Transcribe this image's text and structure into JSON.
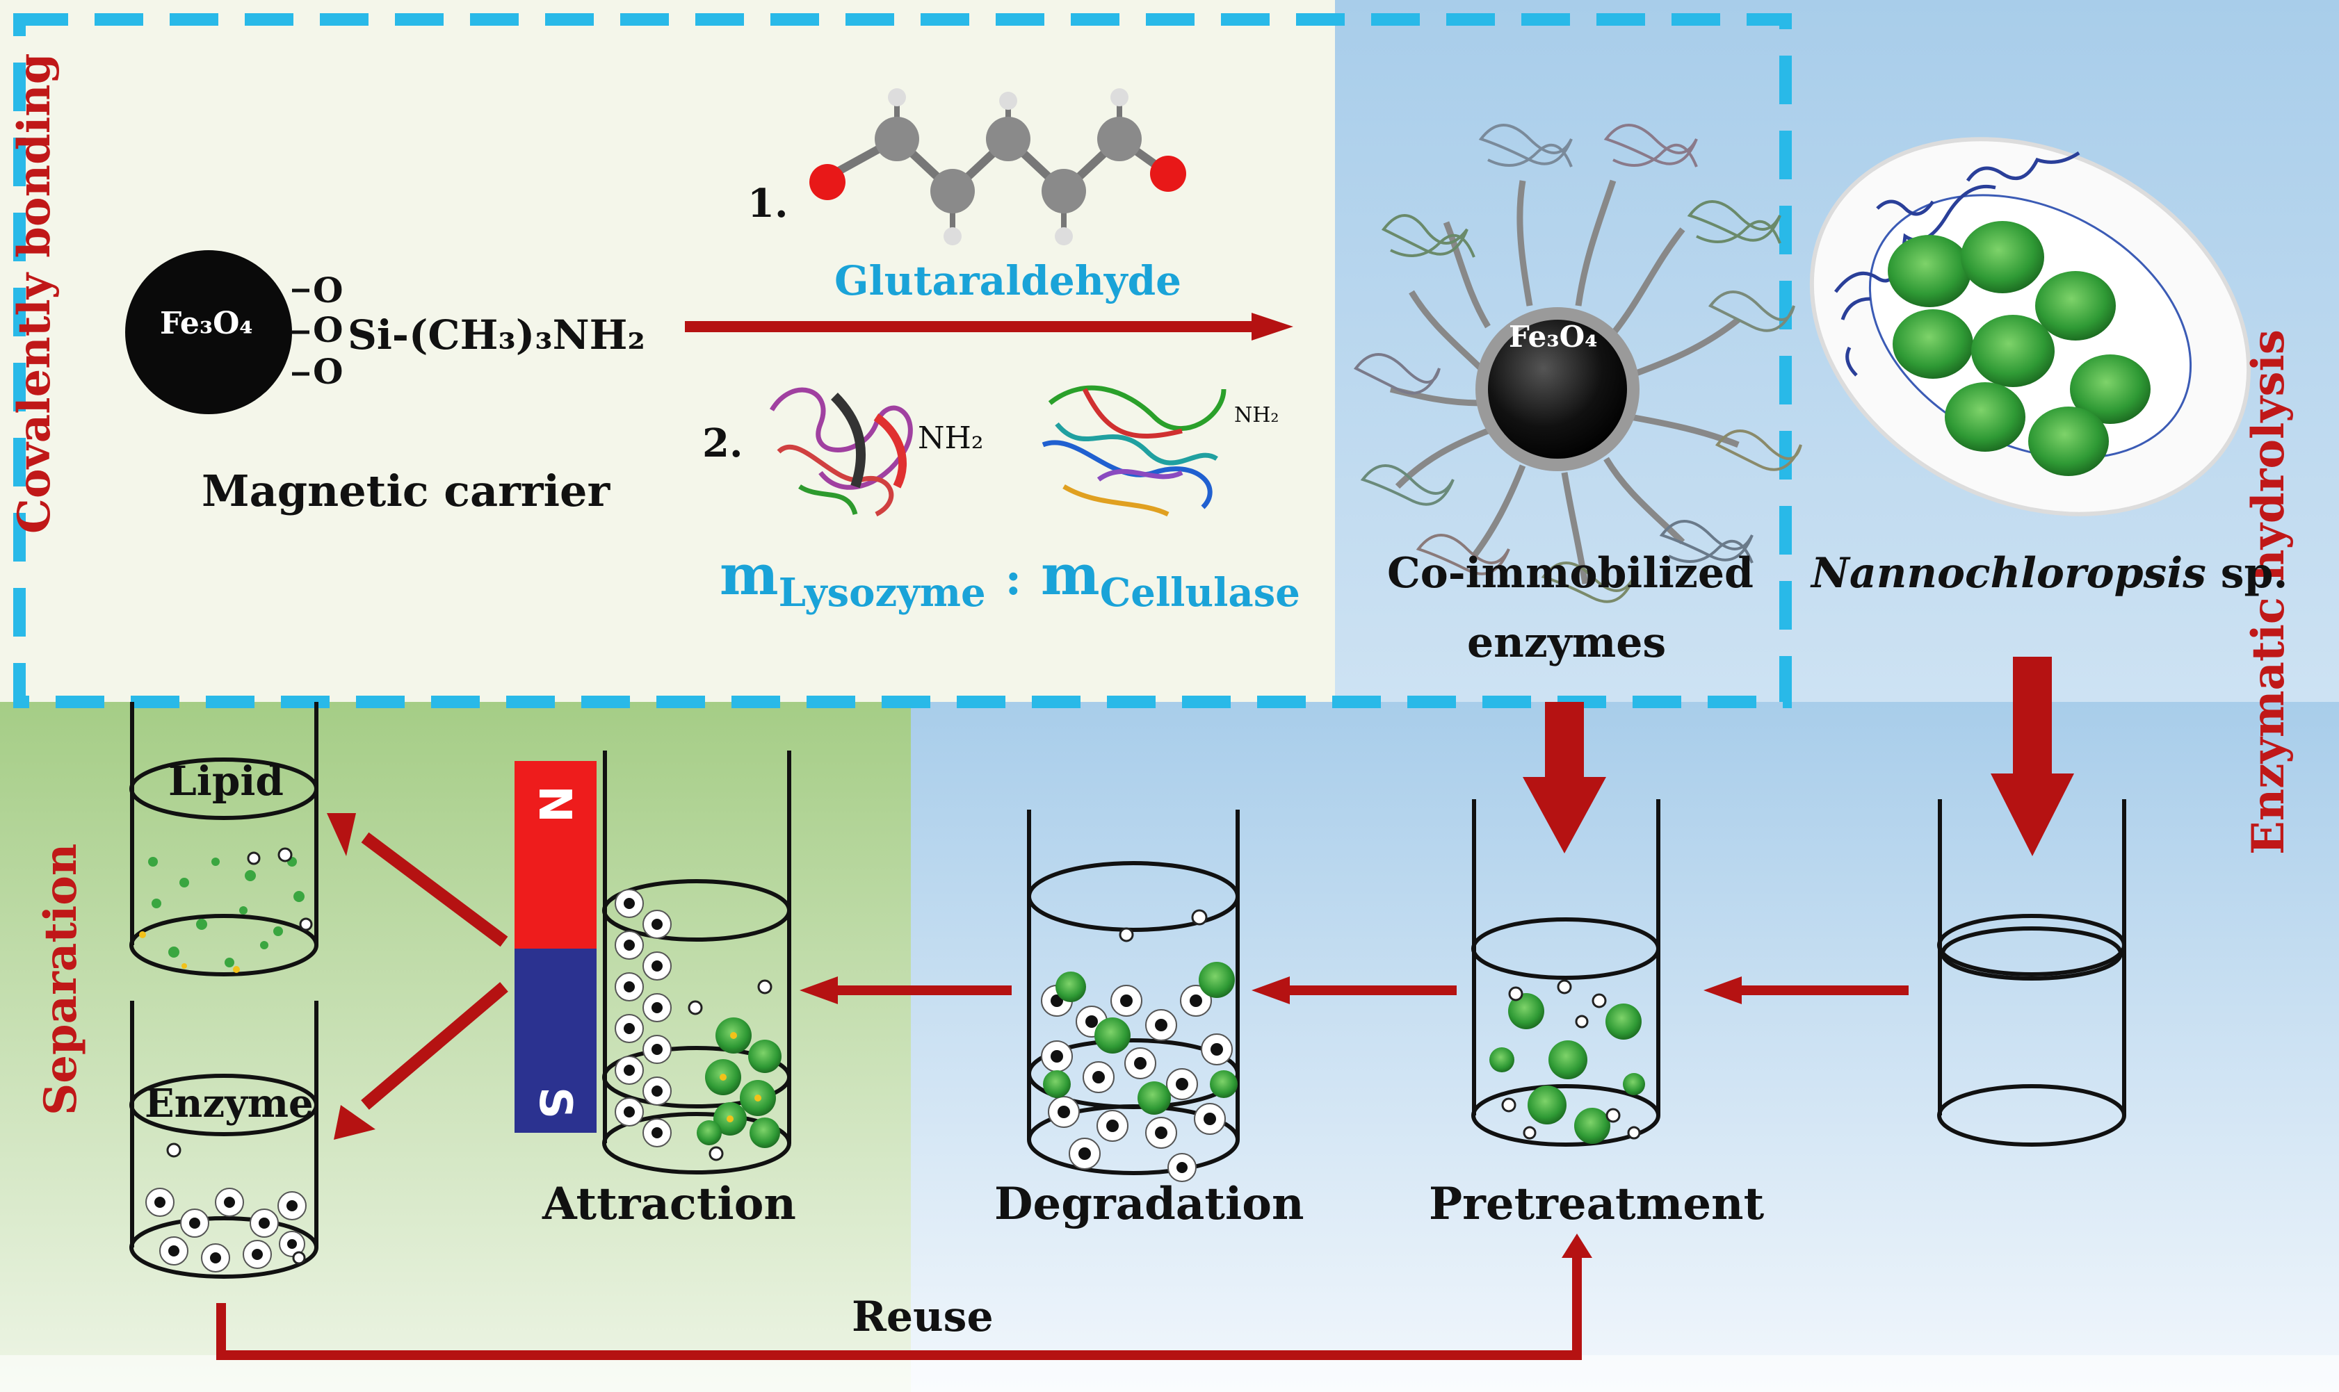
{
  "side_labels": {
    "covalent": "Covalently bonding",
    "separation": "Separation",
    "hydrolysis": "Enzymatic hydrolysis"
  },
  "carrier": {
    "core": "Fe₃O₄",
    "oxygen": "O",
    "chain": "Si-(CH₃)₃NH₂",
    "label": "Magnetic carrier"
  },
  "steps": {
    "step1": "1.",
    "step2": "2.",
    "glutaraldehyde": "Glutaraldehyde",
    "nh2": "NH₂",
    "ratio_m": "m",
    "lysozyme": "Lysozyme",
    "colon": ":",
    "cellulase": "Cellulase"
  },
  "coimmobilized": {
    "core": "Fe₃O₄",
    "label_line1": "Co-immobilized",
    "label_line2": "enzymes"
  },
  "algae": {
    "genus": "Nannochloropsis",
    "suffix": " sp."
  },
  "process": {
    "lipid": "Lipid",
    "enzyme": "Enzyme",
    "magnet_n": "N",
    "magnet_s": "S",
    "attraction": "Attraction",
    "degradation": "Degradation",
    "pretreatment": "Pretreatment",
    "reuse": "Reuse"
  },
  "colors": {
    "arrow_red": "#b51212",
    "label_red": "#c01818",
    "dashed_blue": "#29b9e8",
    "text_blue": "#1aa3d8",
    "algae_green": "#2f9a35",
    "magnet_red": "#ee1c1c",
    "magnet_blue": "#2b3290"
  }
}
